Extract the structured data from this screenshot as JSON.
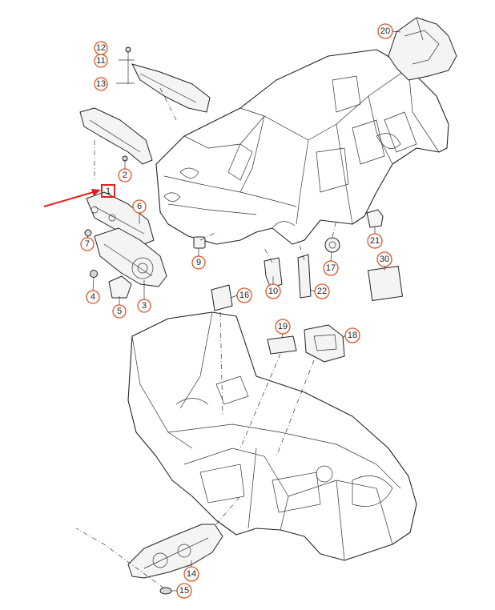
{
  "diagram": {
    "callouts": [
      {
        "id": "c1",
        "label": "1"
      },
      {
        "id": "c2",
        "label": "2"
      },
      {
        "id": "c3",
        "label": "3"
      },
      {
        "id": "c4",
        "label": "4"
      },
      {
        "id": "c5",
        "label": "5"
      },
      {
        "id": "c6",
        "label": "6"
      },
      {
        "id": "c7",
        "label": "7"
      },
      {
        "id": "c9",
        "label": "9"
      },
      {
        "id": "c10",
        "label": "10"
      },
      {
        "id": "c11",
        "label": "11"
      },
      {
        "id": "c12",
        "label": "12"
      },
      {
        "id": "c13",
        "label": "13"
      },
      {
        "id": "c14",
        "label": "14"
      },
      {
        "id": "c15",
        "label": "15"
      },
      {
        "id": "c16",
        "label": "16"
      },
      {
        "id": "c17",
        "label": "17"
      },
      {
        "id": "c18",
        "label": "18"
      },
      {
        "id": "c19",
        "label": "19"
      },
      {
        "id": "c20",
        "label": "20"
      },
      {
        "id": "c21",
        "label": "21"
      },
      {
        "id": "c22",
        "label": "22"
      },
      {
        "id": "c30",
        "label": "30"
      }
    ],
    "highlight": {
      "label": "1",
      "color": "#e02020"
    },
    "colors": {
      "callout_ring": "#e0531f",
      "line": "#222222"
    }
  }
}
